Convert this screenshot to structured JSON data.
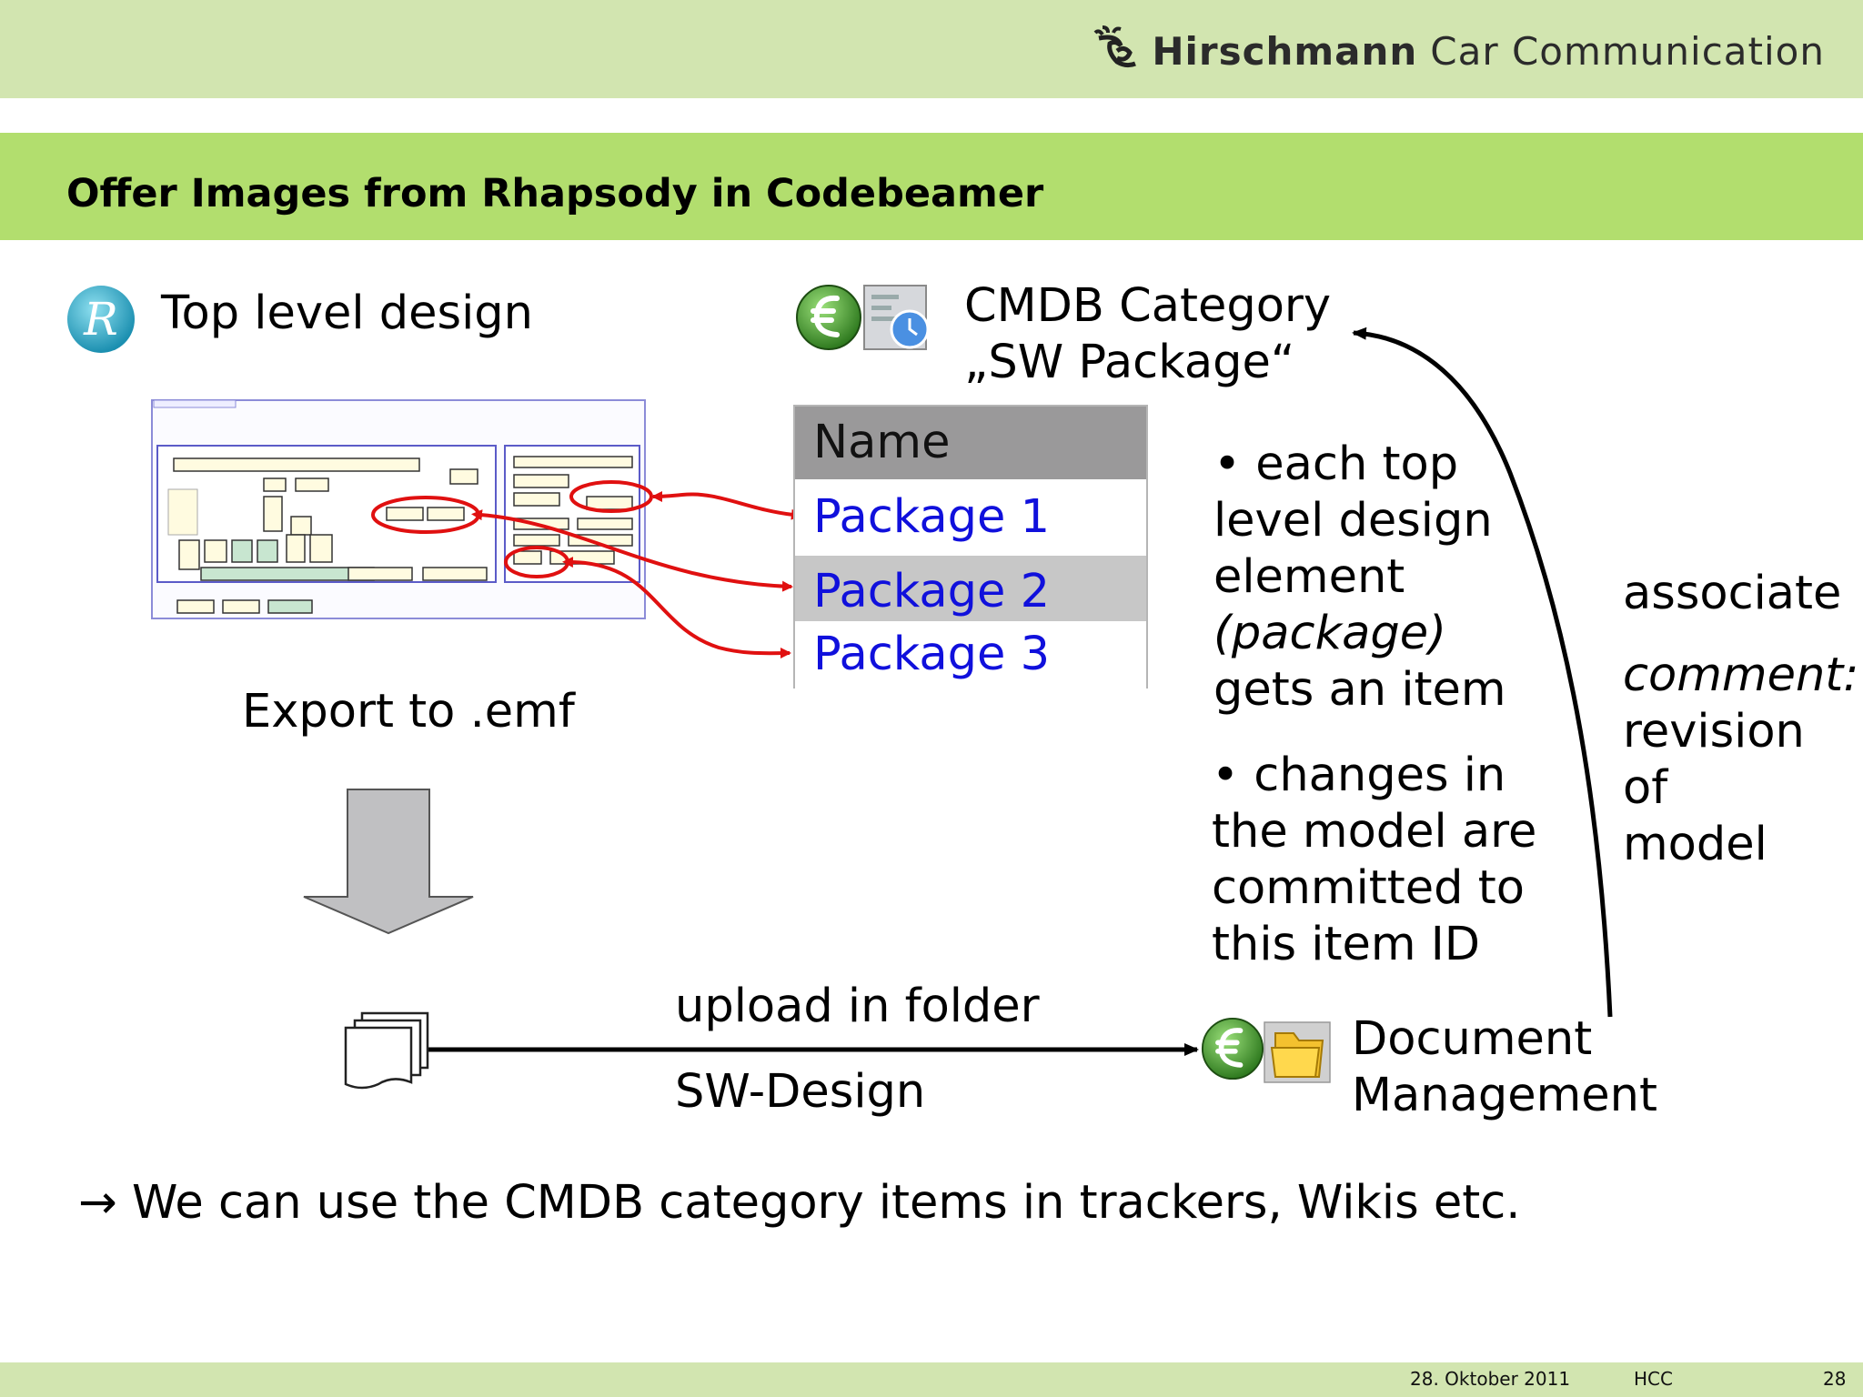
{
  "header": {
    "brand_bold": "Hirschmann",
    "brand_rest": "Car Communication"
  },
  "slide": {
    "title": "Offer Images from Rhapsody in Codebeamer"
  },
  "left": {
    "top_level_design": "Top level design",
    "export_label": "Export to .emf"
  },
  "cmdb": {
    "line1": "CMDB Category",
    "line2": "„SW Package“"
  },
  "table": {
    "header": "Name",
    "rows": [
      "Package 1",
      "Package 2",
      "Package 3"
    ]
  },
  "bullets": {
    "b1": [
      "• each top",
      "level design",
      "element",
      "(package)",
      "gets an item"
    ],
    "b2": [
      "• changes in",
      "the model are",
      "committed to",
      "this item ID"
    ]
  },
  "associate": {
    "label": "associate",
    "comment_label": "comment:",
    "comment_lines": [
      "revision",
      "of",
      "model"
    ]
  },
  "upload": {
    "line1": "upload in folder",
    "line2": "SW-Design"
  },
  "docmgmt": {
    "line1": "Document",
    "line2": "Management"
  },
  "conclusion": {
    "arrow": "→",
    "text": "We can use the CMDB category items in trackers, Wikis etc."
  },
  "footer": {
    "date": "28. Oktober 2011",
    "org": "HCC",
    "page": "28"
  },
  "colors": {
    "top_band": "#d2e5b0",
    "title_band": "#b2de6e",
    "link_blue": "#1010dc",
    "highlight_red": "#e01010"
  }
}
